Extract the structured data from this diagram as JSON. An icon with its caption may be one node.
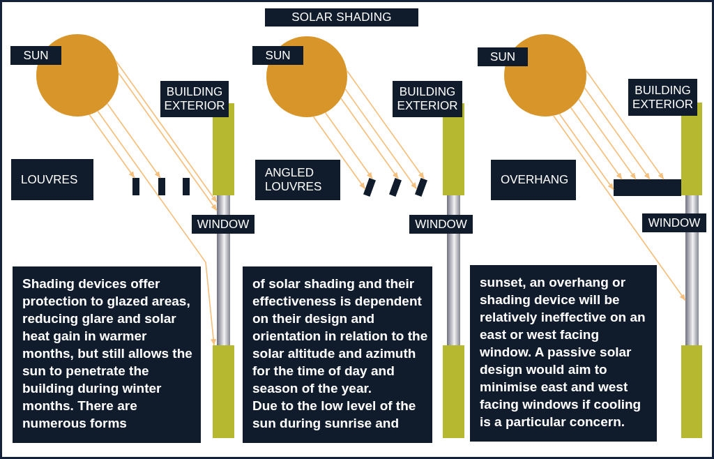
{
  "diagram": {
    "title": "SOLAR SHADING",
    "nodes": [
      {
        "text": [],
        "shape": "circle"
      },
      {
        "text": [
          "SUN"
        ]
      },
      {
        "text": [
          "BUILDING EXTERIOR"
        ]
      },
      {
        "text": [],
        "shape": "bar"
      },
      {
        "text": [
          "LOUVRES"
        ]
      },
      {
        "text": [],
        "shape": "bar"
      },
      {
        "text": [],
        "shape": "bar"
      },
      {
        "text": [],
        "shape": "bar"
      },
      {
        "text": [],
        "shape": "bar"
      },
      {
        "text": [
          "WINDOW"
        ]
      },
      {
        "text": [
          "Shading devices offer protection to glazed areas, reducing glare and solar heat gain in warmer months, but still allows the sun to penetrate the building during winter months. There are numerous forms"
        ]
      },
      {
        "text": [],
        "shape": "bar"
      },
      {
        "text": [],
        "shape": "circle"
      },
      {
        "text": [
          "SUN"
        ]
      },
      {
        "text": [
          "BUILDING EXTERIOR"
        ]
      },
      {
        "text": [],
        "shape": "bar"
      },
      {
        "text": [
          "ANGLED LOUVRES"
        ]
      },
      {
        "text": [],
        "shape": "bar"
      },
      {
        "text": [],
        "shape": "bar"
      },
      {
        "text": [],
        "shape": "bar"
      },
      {
        "text": [],
        "shape": "bar"
      },
      {
        "text": [
          "WINDOW"
        ]
      },
      {
        "text": [
          "of solar shading and their effectiveness is dependent on their design and orientation in relation to the solar altitude and azimuth for the time of day and season of the year.",
          "Due to the low level of the sun during sunrise and"
        ]
      },
      {
        "text": [],
        "shape": "bar"
      },
      {
        "text": [],
        "shape": "circle"
      },
      {
        "text": [
          "SUN"
        ]
      },
      {
        "text": [
          "BUILDING EXTERIOR"
        ]
      },
      {
        "text": [],
        "shape": "bar"
      },
      {
        "text": [
          "OVERHANG"
        ]
      },
      {
        "text": [],
        "shape": "bar"
      },
      {
        "text": [],
        "shape": "bar"
      },
      {
        "text": [
          "WINDOW"
        ]
      },
      {
        "text": [
          "sunset, an overhang or shading device will be relatively ineffective on an east or west facing window. A passive solar design would aim to minimise east and west facing windows if cooling is a particular concern."
        ]
      },
      {
        "text": [],
        "shape": "bar"
      }
    ],
    "edges": [
      {
        "from": 0,
        "to": 5,
        "arrow": "to"
      },
      {
        "from": 0,
        "to": 6,
        "arrow": "to"
      },
      {
        "from": 0,
        "to": 8,
        "arrow": "to"
      },
      {
        "from": 0,
        "to": 8,
        "arrow": "to"
      },
      {
        "from": 0,
        "to": 11,
        "arrow": "to"
      },
      {
        "from": 12,
        "to": 17,
        "arrow": "to"
      },
      {
        "from": 12,
        "to": 17,
        "arrow": "to"
      },
      {
        "from": 12,
        "to": 18,
        "arrow": "to"
      },
      {
        "from": 12,
        "to": 19,
        "arrow": "to"
      },
      {
        "from": 12,
        "to": 19,
        "arrow": "to"
      },
      {
        "from": 24,
        "to": 29,
        "arrow": "to"
      },
      {
        "from": 24,
        "to": 29,
        "arrow": "to"
      },
      {
        "from": 24,
        "to": 29,
        "arrow": "to"
      },
      {
        "from": 24,
        "to": 29,
        "arrow": "to"
      },
      {
        "from": 24,
        "to": 29,
        "arrow": "to"
      },
      {
        "from": 24,
        "to": 30,
        "arrow": "to"
      }
    ]
  }
}
